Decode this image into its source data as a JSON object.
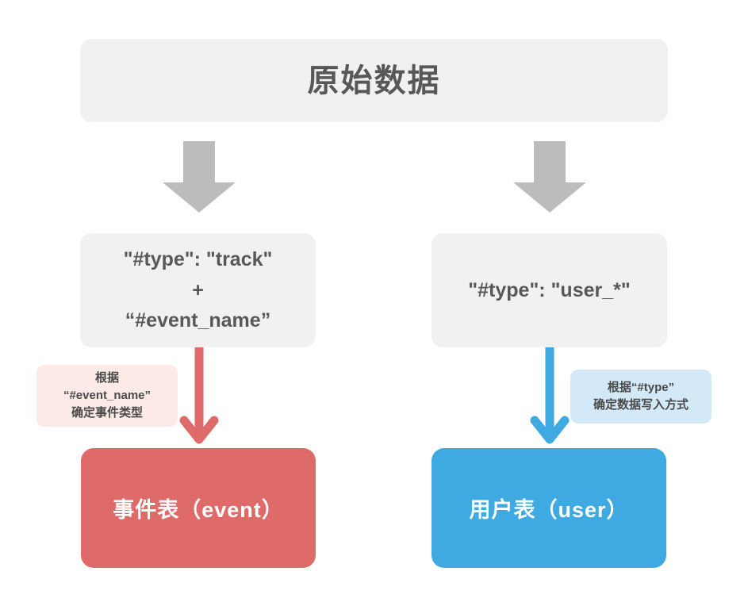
{
  "diagram": {
    "title_node": {
      "label": "原始数据",
      "bg_color": "#f1f1f1",
      "text_color": "#585858"
    },
    "branches": [
      {
        "id": "event",
        "condition_node": {
          "line1": "\"#type\": \"track\"",
          "line2": "+",
          "line3": "“#event_name”",
          "bg_color": "#f1f1f1"
        },
        "annotation": {
          "line1": "根据",
          "line2": "“#event_name”",
          "line3": "确定事件类型",
          "bg_color": "#fbeae6"
        },
        "arrow": {
          "name": "red-down-arrow",
          "color": "#df6a6a"
        },
        "target_node": {
          "label": "事件表（event）",
          "bg_color": "#df6a6a",
          "text_color": "#ffffff"
        }
      },
      {
        "id": "user",
        "condition_node": {
          "line1": "\"#type\": \"user_*\"",
          "line2": "",
          "line3": "",
          "bg_color": "#f1f1f1"
        },
        "annotation": {
          "line1": "根据“#type”",
          "line2": "确定数据写入方式",
          "line3": "",
          "bg_color": "#d3e9f7"
        },
        "arrow": {
          "name": "blue-down-arrow",
          "color": "#3faae2"
        },
        "target_node": {
          "label": "用户表（user）",
          "bg_color": "#3faae2",
          "text_color": "#ffffff"
        }
      }
    ],
    "block_arrows": {
      "color": "#bcbcbc",
      "left_name": "gray-block-arrow-left",
      "right_name": "gray-block-arrow-right"
    }
  }
}
